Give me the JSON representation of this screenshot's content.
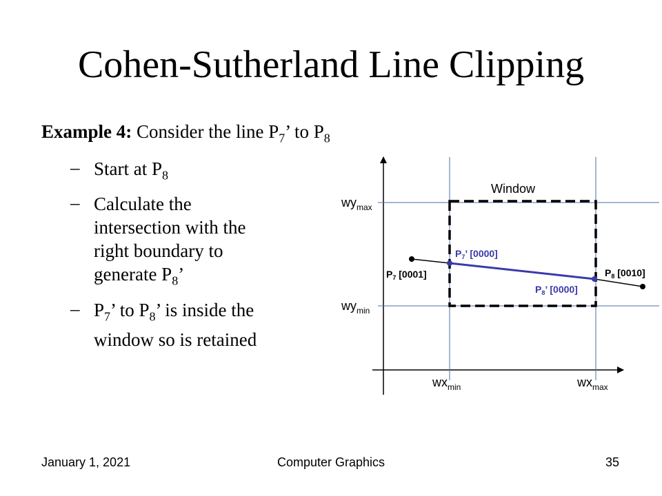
{
  "slide": {
    "title": "Cohen-Sutherland Line Clipping",
    "example_label": "Example 4:",
    "example_text": "Consider the line P",
    "example_p7_sub": "7",
    "example_mid": "’ to P",
    "example_p8_sub": "8",
    "bullets": [
      {
        "dash": "–",
        "pre": "Start at P",
        "sub": "8",
        "post": ""
      },
      {
        "dash": "–",
        "text": "Calculate the intersection with the right boundary to generate P",
        "sub": "8",
        "post": "’"
      },
      {
        "dash": "–",
        "pre": "P",
        "sub1": "7",
        "mid": "’ to P",
        "sub2": "8",
        "post": "’ is inside the window so is retained"
      }
    ]
  },
  "diagram": {
    "window_label": "Window",
    "wy_max": {
      "base": "wy",
      "sub": "max"
    },
    "wy_min": {
      "base": "wy",
      "sub": "min"
    },
    "wx_min": {
      "base": "wx",
      "sub": "min"
    },
    "wx_max": {
      "base": "wx",
      "sub": "max"
    },
    "p7": {
      "base": "P",
      "sub": "7",
      "code": " [0001]"
    },
    "p7_prime": {
      "base": "P",
      "sub": "7",
      "code": "’ [0000]"
    },
    "p8": {
      "base": "P",
      "sub": "8",
      "code": " [0010]"
    },
    "p8_prime": {
      "base": "P",
      "sub": "8",
      "code": "’ [0000]"
    },
    "colors": {
      "axis": "#4a6fa5",
      "clipped_line": "#3a3aaa",
      "label_blue": "#3a3aaa"
    }
  },
  "footer": {
    "date": "January 1, 2021",
    "course": "Computer Graphics",
    "page": "35"
  }
}
